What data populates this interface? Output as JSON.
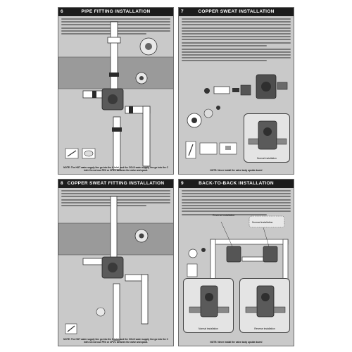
{
  "panels": [
    {
      "num": "6",
      "title": "PIPE FITTING INSTALLATION",
      "note": "NOTE: The HOT water supply line go into the H inlet, and the COLD water supply line go into the C inlet. Do not use PEX or CPVC between the valve and spout."
    },
    {
      "num": "7",
      "title": "COPPER SWEAT INSTALLATION",
      "note": "NOTE: Never install the valve body upside down!",
      "inset_caption": "Normal installation"
    },
    {
      "num": "8",
      "title": "COPPER SWEAT FITTING INSTALLATION",
      "note": "NOTE: The HOT water supply line go into the H inlet, and the COLD water supply line go into the C inlet. Do not use PEX or CPVC between the valve and spout."
    },
    {
      "num": "9",
      "title": "BACK-TO-BACK INSTALLATION",
      "note": "NOTE: Never install the valve body upside down!",
      "callouts": [
        "Reverse installation",
        "Normal installation"
      ],
      "inset_captions": [
        "Normal installation",
        "Reverse installation"
      ]
    }
  ]
}
